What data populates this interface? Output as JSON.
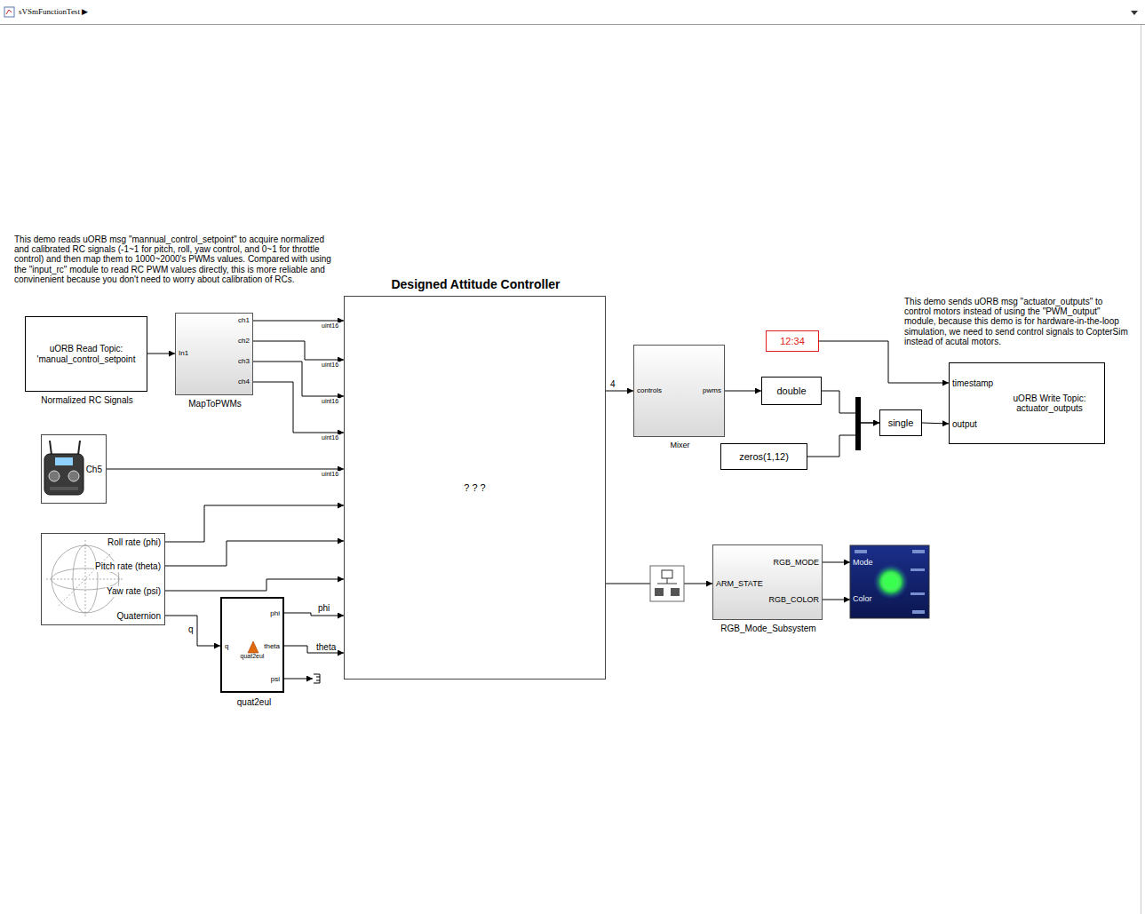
{
  "diagram": {
    "nodes": [
      {
        "text": [
          "uORB Read Topic: 'manual_control_setpoint",
          "Normalized RC Signals"
        ]
      },
      {
        "text": [
          "In1",
          "ch1",
          "ch2",
          "ch3",
          "ch4",
          "MapToPWMs"
        ]
      },
      {
        "text": [
          "Ch5"
        ]
      },
      {
        "text": [
          "Roll rate (phi)",
          "Pitch rate (theta)",
          "Yaw rate (psi)",
          "Quaternion"
        ]
      },
      {
        "text": [
          "q",
          "phi",
          "theta",
          "psi",
          "quat2eul",
          "quat2eul"
        ]
      },
      {
        "text": [
          "Designed Attitude Controller",
          "? ? ?"
        ]
      },
      {
        "text": [
          "controls",
          "pwms",
          "Mixer"
        ]
      },
      {
        "text": [
          "double"
        ]
      },
      {
        "text": [
          "zeros(1,12)"
        ]
      },
      {
        "text": [
          "single"
        ]
      },
      {
        "text": [
          "12:34"
        ]
      },
      {
        "text": [
          "timestamp",
          "output",
          "uORB Write Topic: actuator_outputs"
        ]
      },
      {
        "text": [
          "ARM_STATE",
          "RGB_MODE",
          "RGB_COLOR",
          "RGB_Mode_Subsystem"
        ]
      },
      {
        "text": [
          "Mode",
          "Color"
        ]
      }
    ],
    "edges": [
      {
        "from": 0,
        "to": 1,
        "arrow": "to"
      },
      {
        "from": 1,
        "to": 5,
        "arrow": "to",
        "label": "uint16"
      },
      {
        "from": 1,
        "to": 5,
        "arrow": "to",
        "label": "uint16"
      },
      {
        "from": 1,
        "to": 5,
        "arrow": "to",
        "label": "uint16"
      },
      {
        "from": 1,
        "to": 5,
        "arrow": "to",
        "label": "uint16"
      },
      {
        "from": 2,
        "to": 5,
        "arrow": "to",
        "label": "uint16"
      },
      {
        "from": 3,
        "to": 5,
        "arrow": "to"
      },
      {
        "from": 3,
        "to": 5,
        "arrow": "to"
      },
      {
        "from": 3,
        "to": 5,
        "arrow": "to"
      },
      {
        "from": 3,
        "to": 4,
        "arrow": "to",
        "label": "q"
      },
      {
        "from": 4,
        "to": 5,
        "arrow": "to",
        "label": "phi"
      },
      {
        "from": 4,
        "to": 5,
        "arrow": "to",
        "label": "theta"
      },
      {
        "from": 5,
        "to": 6,
        "arrow": "to",
        "label": "4"
      },
      {
        "from": 6,
        "to": 7,
        "arrow": "to"
      },
      {
        "from": 7,
        "to": 9,
        "arrow": "to"
      },
      {
        "from": 8,
        "to": 9,
        "arrow": "to"
      },
      {
        "from": 9,
        "to": 11,
        "arrow": "to"
      },
      {
        "from": 10,
        "to": 11,
        "arrow": "to"
      },
      {
        "from": 5,
        "to": 12,
        "arrow": "to"
      },
      {
        "from": 12,
        "to": 13,
        "arrow": "to"
      },
      {
        "from": 12,
        "to": 13,
        "arrow": "to"
      }
    ],
    "labels": [
      "sVSmFunctionTest ▶",
      "This demo reads uORB msg \"mannual_control_setpoint\" to acquire normalized and calibrated RC signals (-1~1 for pitch, roll, yaw control, and 0~1 for throttle control) and then map them to 1000~2000's PWMs values. Compared with using the \"input_rc\" module to read RC PWM values directly, this is more reliable and convinenient because you don't need to worry about calibration of RCs.",
      "This demo sends uORB msg \"actuator_outputs\" to control motors instead of using the \"PWM_output\" module, because this demo is for hardware-in-the-loop simulation, we need to send control signals to CopterSim instead of acutal motors."
    ]
  }
}
